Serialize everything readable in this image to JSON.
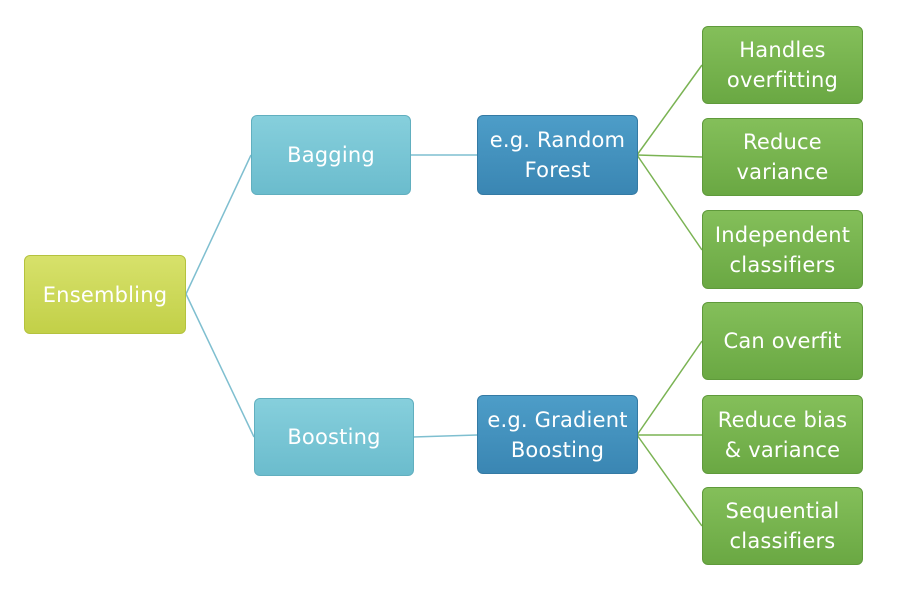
{
  "root": {
    "label": "Ensembling"
  },
  "bagging": {
    "label": "Bagging",
    "example": "e.g. Random\nForest",
    "properties": [
      "Handles\noverfitting",
      "Reduce\nvariance",
      "Independent\nclassifiers"
    ]
  },
  "boosting": {
    "label": "Boosting",
    "example": "e.g. Gradient\nBoosting",
    "properties": [
      "Can overfit",
      "Reduce bias\n& variance",
      "Sequential\nclassifiers"
    ]
  },
  "colors": {
    "root": "#c9d657",
    "method": "#79c6d5",
    "example": "#428fbd",
    "property": "#74b14d",
    "connector_blue": "#7fbfd0",
    "connector_green": "#7ab353"
  }
}
